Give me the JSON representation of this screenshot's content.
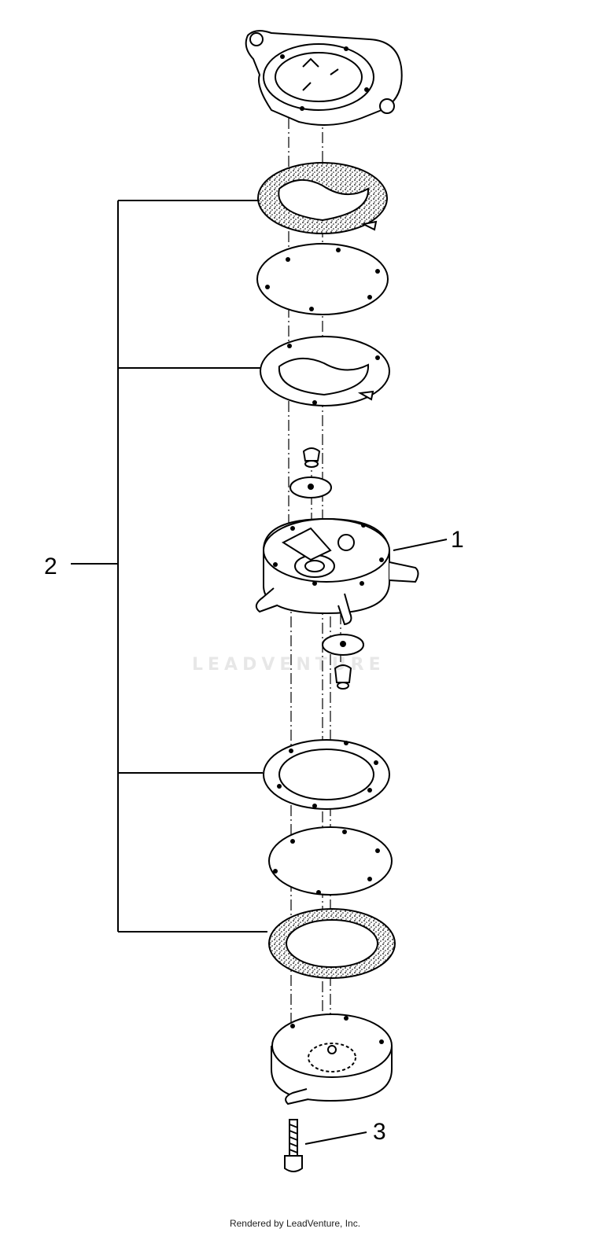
{
  "callouts": {
    "part_1": "1",
    "part_2": "2",
    "part_3": "3"
  },
  "watermark": "LEADVENTURE",
  "footer": "Rendered by LeadVenture, Inc."
}
